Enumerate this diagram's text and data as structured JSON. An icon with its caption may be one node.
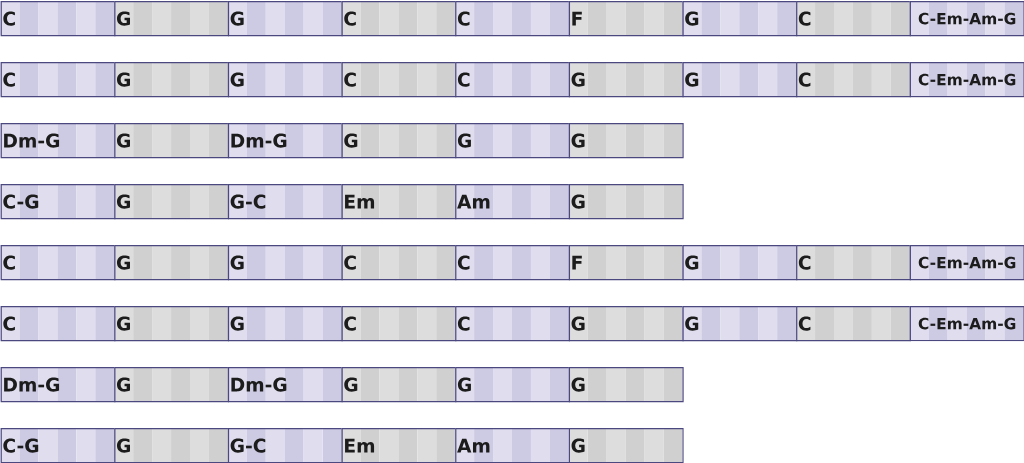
{
  "diagram": {
    "nodes": [
      {
        "text": [
          "C"
        ]
      },
      {
        "text": [
          "G"
        ]
      },
      {
        "text": [
          "G"
        ]
      },
      {
        "text": [
          "C"
        ]
      },
      {
        "text": [
          "C"
        ]
      },
      {
        "text": [
          "F"
        ]
      },
      {
        "text": [
          "G"
        ]
      },
      {
        "text": [
          "C"
        ]
      },
      {
        "text": [
          "C-Em-Am-G"
        ]
      },
      {
        "text": [
          "C"
        ]
      },
      {
        "text": [
          "G"
        ]
      },
      {
        "text": [
          "G"
        ]
      },
      {
        "text": [
          "C"
        ]
      },
      {
        "text": [
          "C"
        ]
      },
      {
        "text": [
          "G"
        ]
      },
      {
        "text": [
          "G"
        ]
      },
      {
        "text": [
          "C"
        ]
      },
      {
        "text": [
          "C-Em-Am-G"
        ]
      },
      {
        "text": [
          "Dm-G"
        ]
      },
      {
        "text": [
          "G"
        ]
      },
      {
        "text": [
          "Dm-G"
        ]
      },
      {
        "text": [
          "G"
        ]
      },
      {
        "text": [
          "G"
        ]
      },
      {
        "text": [
          "G"
        ]
      },
      {
        "text": [
          "C-G"
        ]
      },
      {
        "text": [
          "G"
        ]
      },
      {
        "text": [
          "G-C"
        ]
      },
      {
        "text": [
          "Em"
        ]
      },
      {
        "text": [
          "Am"
        ]
      },
      {
        "text": [
          "G"
        ]
      },
      {
        "text": [
          "C"
        ]
      },
      {
        "text": [
          "G"
        ]
      },
      {
        "text": [
          "G"
        ]
      },
      {
        "text": [
          "C"
        ]
      },
      {
        "text": [
          "C"
        ]
      },
      {
        "text": [
          "F"
        ]
      },
      {
        "text": [
          "G"
        ]
      },
      {
        "text": [
          "C"
        ]
      },
      {
        "text": [
          "C-Em-Am-G"
        ]
      },
      {
        "text": [
          "C"
        ]
      },
      {
        "text": [
          "G"
        ]
      },
      {
        "text": [
          "G"
        ]
      },
      {
        "text": [
          "C"
        ]
      },
      {
        "text": [
          "C"
        ]
      },
      {
        "text": [
          "G"
        ]
      },
      {
        "text": [
          "G"
        ]
      },
      {
        "text": [
          "C"
        ]
      },
      {
        "text": [
          "C-Em-Am-G"
        ]
      },
      {
        "text": [
          "Dm-G"
        ]
      },
      {
        "text": [
          "G"
        ]
      },
      {
        "text": [
          "Dm-G"
        ]
      },
      {
        "text": [
          "G"
        ]
      },
      {
        "text": [
          "G"
        ]
      },
      {
        "text": [
          "G"
        ]
      },
      {
        "text": [
          "C-G"
        ]
      },
      {
        "text": [
          "G"
        ]
      },
      {
        "text": [
          "G-C"
        ]
      },
      {
        "text": [
          "Em"
        ]
      },
      {
        "text": [
          "Am"
        ]
      },
      {
        "text": [
          "G"
        ]
      }
    ]
  }
}
